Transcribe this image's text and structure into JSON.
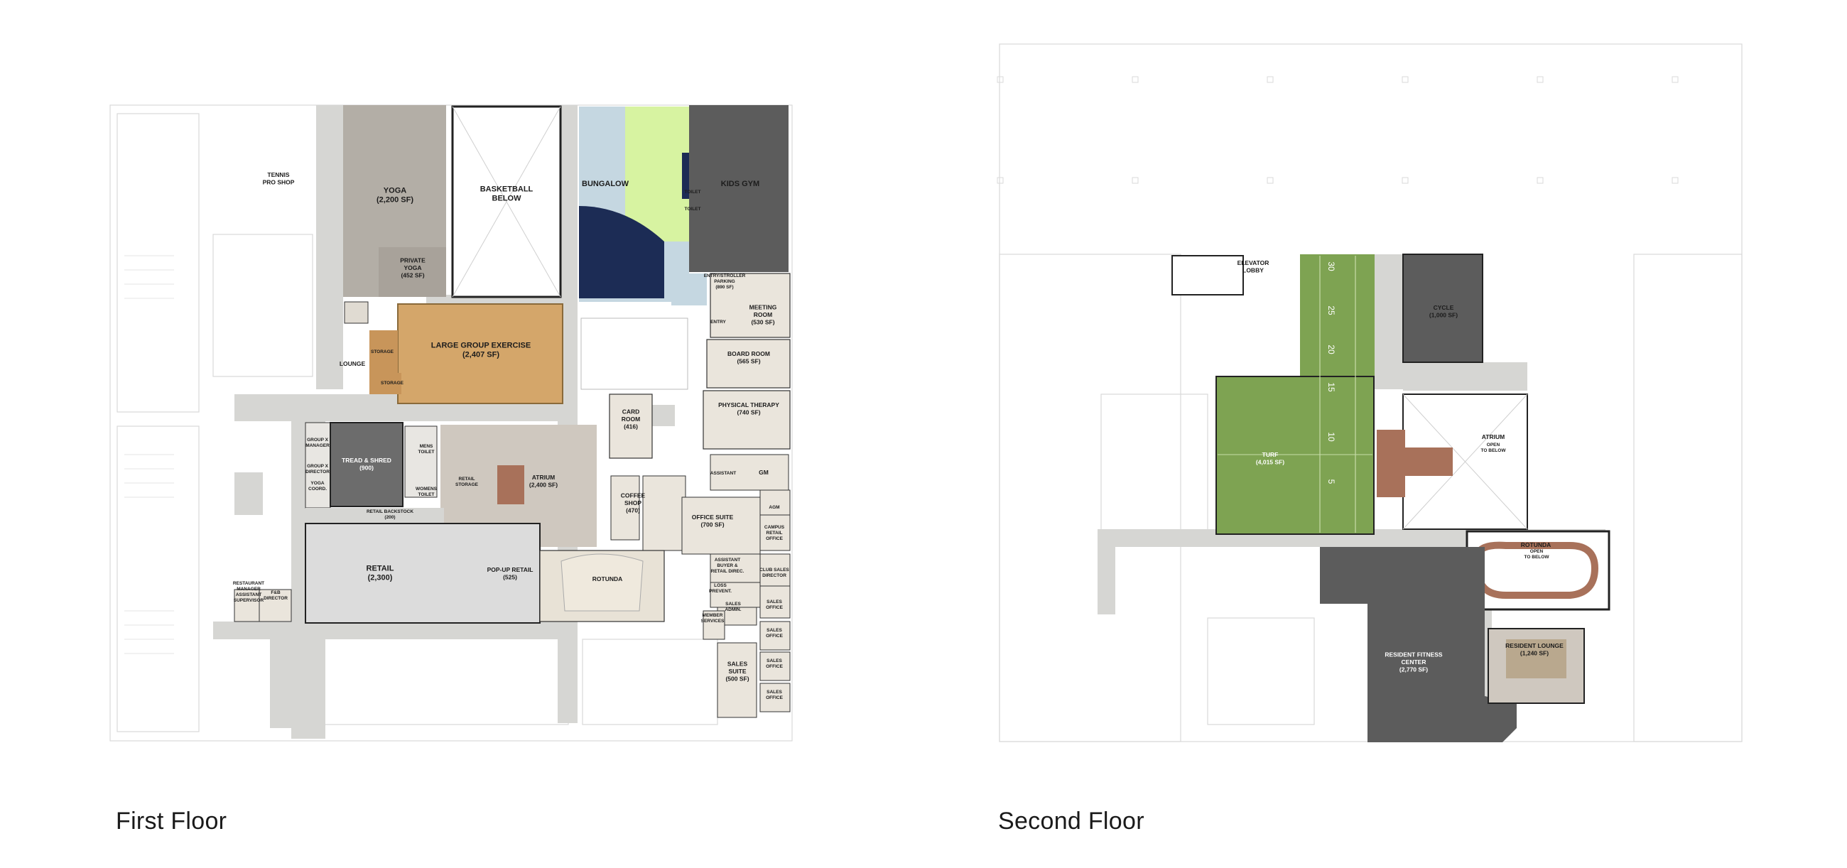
{
  "floors": [
    {
      "label": "First Floor",
      "rooms": [
        {
          "id": "tennis",
          "lines": [
            "TENNIS",
            "PRO SHOP"
          ]
        },
        {
          "id": "yoga",
          "lines": [
            "YOGA",
            "(2,200 SF)"
          ]
        },
        {
          "id": "basketball",
          "lines": [
            "BASKETBALL",
            "BELOW"
          ]
        },
        {
          "id": "bungalow",
          "lines": [
            "BUNGALOW"
          ]
        },
        {
          "id": "kids-gym",
          "lines": [
            "KIDS GYM"
          ]
        },
        {
          "id": "private-yoga",
          "lines": [
            "PRIVATE",
            "YOGA",
            "(452 SF)"
          ]
        },
        {
          "id": "entry-stroller",
          "lines": [
            "ENTRY/STROLLER",
            "PARKING",
            "(890 SF)"
          ]
        },
        {
          "id": "toilet-a",
          "lines": [
            "TOILET"
          ]
        },
        {
          "id": "toilet-b",
          "lines": [
            "TOILET"
          ]
        },
        {
          "id": "large-group",
          "lines": [
            "LARGE GROUP EXERCISE",
            "(2,407 SF)"
          ]
        },
        {
          "id": "storage-a",
          "lines": [
            "STORAGE"
          ]
        },
        {
          "id": "storage-b",
          "lines": [
            "STORAGE"
          ]
        },
        {
          "id": "lounge",
          "lines": [
            "LOUNGE"
          ]
        },
        {
          "id": "meeting",
          "lines": [
            "MEETING",
            "ROOM",
            "(530 SF)"
          ]
        },
        {
          "id": "entry",
          "lines": [
            "ENTRY"
          ]
        },
        {
          "id": "board",
          "lines": [
            "BOARD ROOM",
            "(565 SF)"
          ]
        },
        {
          "id": "card",
          "lines": [
            "CARD",
            "ROOM",
            "(416)"
          ]
        },
        {
          "id": "physical",
          "lines": [
            "PHYSICAL THERAPY",
            "(740 SF)"
          ]
        },
        {
          "id": "group-x-manager",
          "lines": [
            "GROUP X",
            "MANAGER"
          ]
        },
        {
          "id": "group-x-director",
          "lines": [
            "GROUP X",
            "DIRECTOR"
          ]
        },
        {
          "id": "yoga-coord",
          "lines": [
            "YOGA",
            "COORD."
          ]
        },
        {
          "id": "tread",
          "lines": [
            "TREAD & SHRED",
            "(900)"
          ]
        },
        {
          "id": "mens-toilet",
          "lines": [
            "MENS",
            "TOILET"
          ]
        },
        {
          "id": "womens-toilet",
          "lines": [
            "WOMENS",
            "TOILET"
          ]
        },
        {
          "id": "retail-storage",
          "lines": [
            "RETAIL",
            "STORAGE"
          ]
        },
        {
          "id": "atrium-1",
          "lines": [
            "ATRIUM",
            "(2,400 SF)"
          ]
        },
        {
          "id": "coffee",
          "lines": [
            "COFFEE",
            "SHOP",
            "(470)"
          ]
        },
        {
          "id": "assistant",
          "lines": [
            "ASSISTANT"
          ]
        },
        {
          "id": "gm",
          "lines": [
            "GM"
          ]
        },
        {
          "id": "retail-backstock",
          "lines": [
            "RETAIL BACKSTOCK",
            "(200)"
          ]
        },
        {
          "id": "office-suite",
          "lines": [
            "OFFICE SUITE",
            "(700 SF)"
          ]
        },
        {
          "id": "agm",
          "lines": [
            "AGM"
          ]
        },
        {
          "id": "campus-retail",
          "lines": [
            "CAMPUS",
            "RETAIL",
            "OFFICE"
          ]
        },
        {
          "id": "retail",
          "lines": [
            "RETAIL",
            "(2,300)"
          ]
        },
        {
          "id": "popup",
          "lines": [
            "POP-UP RETAIL",
            "(525)"
          ]
        },
        {
          "id": "rotunda-1",
          "lines": [
            "ROTUNDA"
          ]
        },
        {
          "id": "asst-buyer",
          "lines": [
            "ASSISTANT",
            "BUYER &",
            "RETAIL DIREC."
          ]
        },
        {
          "id": "club-sales",
          "lines": [
            "CLUB SALES",
            "DIRECTOR"
          ]
        },
        {
          "id": "loss",
          "lines": [
            "LOSS",
            "PREVENT."
          ]
        },
        {
          "id": "restaurant-mgr",
          "lines": [
            "RESTAURANT",
            "MANAGER",
            "ASSISTANT",
            "SUPERVISOR"
          ]
        },
        {
          "id": "fb-director",
          "lines": [
            "F&B",
            "DIRECTOR"
          ]
        },
        {
          "id": "sales-admin",
          "lines": [
            "SALES",
            "ADMIN."
          ]
        },
        {
          "id": "sales-office-1",
          "lines": [
            "SALES",
            "OFFICE"
          ]
        },
        {
          "id": "member-services",
          "lines": [
            "MEMBER",
            "SERVICES"
          ]
        },
        {
          "id": "sales-office-2",
          "lines": [
            "SALES",
            "OFFICE"
          ]
        },
        {
          "id": "sales-office-3",
          "lines": [
            "SALES",
            "OFFICE"
          ]
        },
        {
          "id": "sales-suite",
          "lines": [
            "SALES",
            "SUITE",
            "(500 SF)"
          ]
        },
        {
          "id": "sales-office-4",
          "lines": [
            "SALES",
            "OFFICE"
          ]
        }
      ]
    },
    {
      "label": "Second Floor",
      "rooms": [
        {
          "id": "elevator",
          "lines": [
            "ELEVATOR",
            "LOBBY"
          ]
        },
        {
          "id": "cycle",
          "lines": [
            "CYCLE",
            "(1,000 SF)"
          ]
        },
        {
          "id": "turf",
          "lines": [
            "TURF",
            "(4,015 SF)"
          ]
        },
        {
          "id": "atrium-2",
          "lines": [
            "ATRIUM"
          ]
        },
        {
          "id": "atrium-2-note",
          "lines": [
            "OPEN",
            "TO BELOW"
          ]
        },
        {
          "id": "rotunda-2",
          "lines": [
            "ROTUNDA"
          ]
        },
        {
          "id": "rotunda-2-note",
          "lines": [
            "OPEN",
            "TO BELOW"
          ]
        },
        {
          "id": "resident-fitness",
          "lines": [
            "RESIDENT FITNESS",
            "CENTER",
            "(2,770 SF)"
          ]
        },
        {
          "id": "resident-lounge",
          "lines": [
            "RESIDENT LOUNGE",
            "(1,240 SF)"
          ]
        }
      ],
      "yard_marks": [
        "30",
        "25",
        "20",
        "15",
        "10",
        "5"
      ]
    }
  ],
  "colors": {
    "corridor": "#d6d6d3",
    "yoga": "#b3aea6",
    "wood": "#d4a66a",
    "light_blue": "#c5d7e1",
    "navy": "#1c2c55",
    "lime": "#d7f3a1",
    "carpet_dark": "#5a5a5a",
    "turf": "#7ea352",
    "stone": "#cfc8bf",
    "beige": "#eae5dc",
    "stair": "#a8715a"
  }
}
